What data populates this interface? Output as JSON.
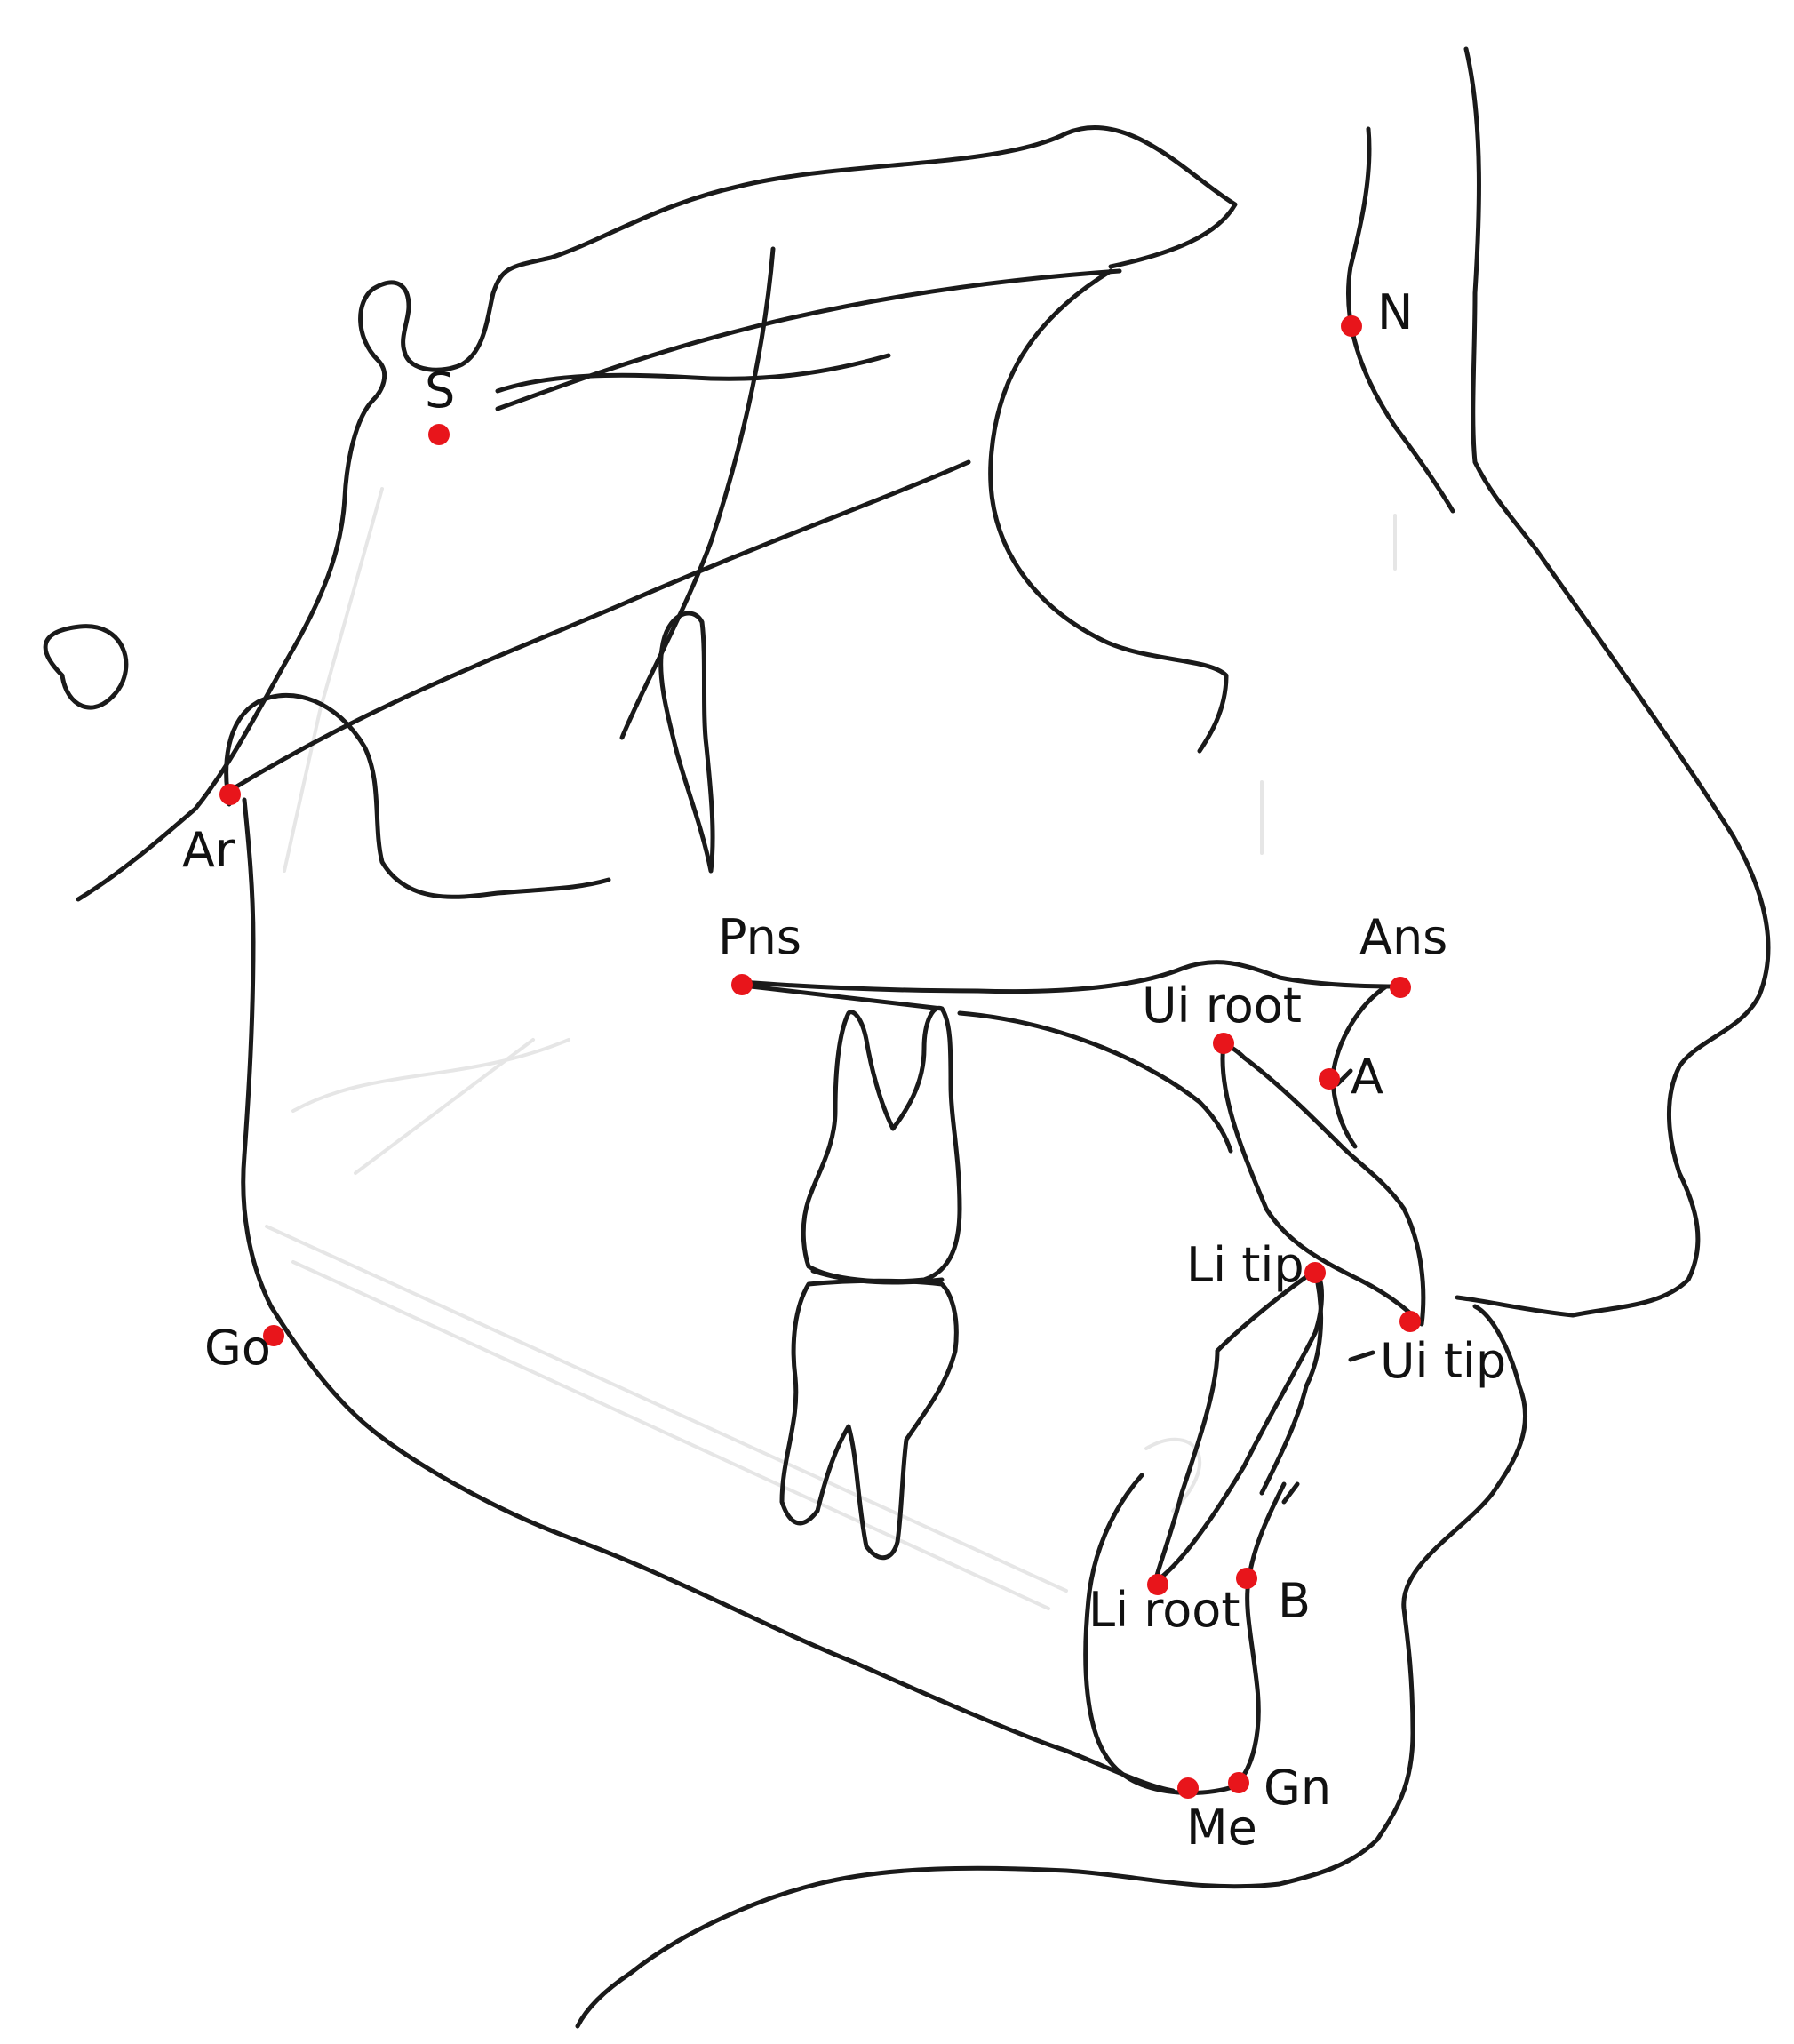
{
  "colors": {
    "landmark": "#e8151b",
    "line": "#1a1a1a"
  },
  "landmarks": [
    {
      "id": "S",
      "label": "S"
    },
    {
      "id": "N",
      "label": "N"
    },
    {
      "id": "Ar",
      "label": "Ar"
    },
    {
      "id": "Pns",
      "label": "Pns"
    },
    {
      "id": "Ans",
      "label": "Ans"
    },
    {
      "id": "Ui_root",
      "label": "Ui root"
    },
    {
      "id": "A",
      "label": "A"
    },
    {
      "id": "Li_tip",
      "label": "Li tip"
    },
    {
      "id": "Ui_tip",
      "label": "Ui tip"
    },
    {
      "id": "Go",
      "label": "Go"
    },
    {
      "id": "Li_root",
      "label": "Li root"
    },
    {
      "id": "B",
      "label": "B"
    },
    {
      "id": "Gn",
      "label": "Gn"
    },
    {
      "id": "Me",
      "label": "Me"
    }
  ]
}
